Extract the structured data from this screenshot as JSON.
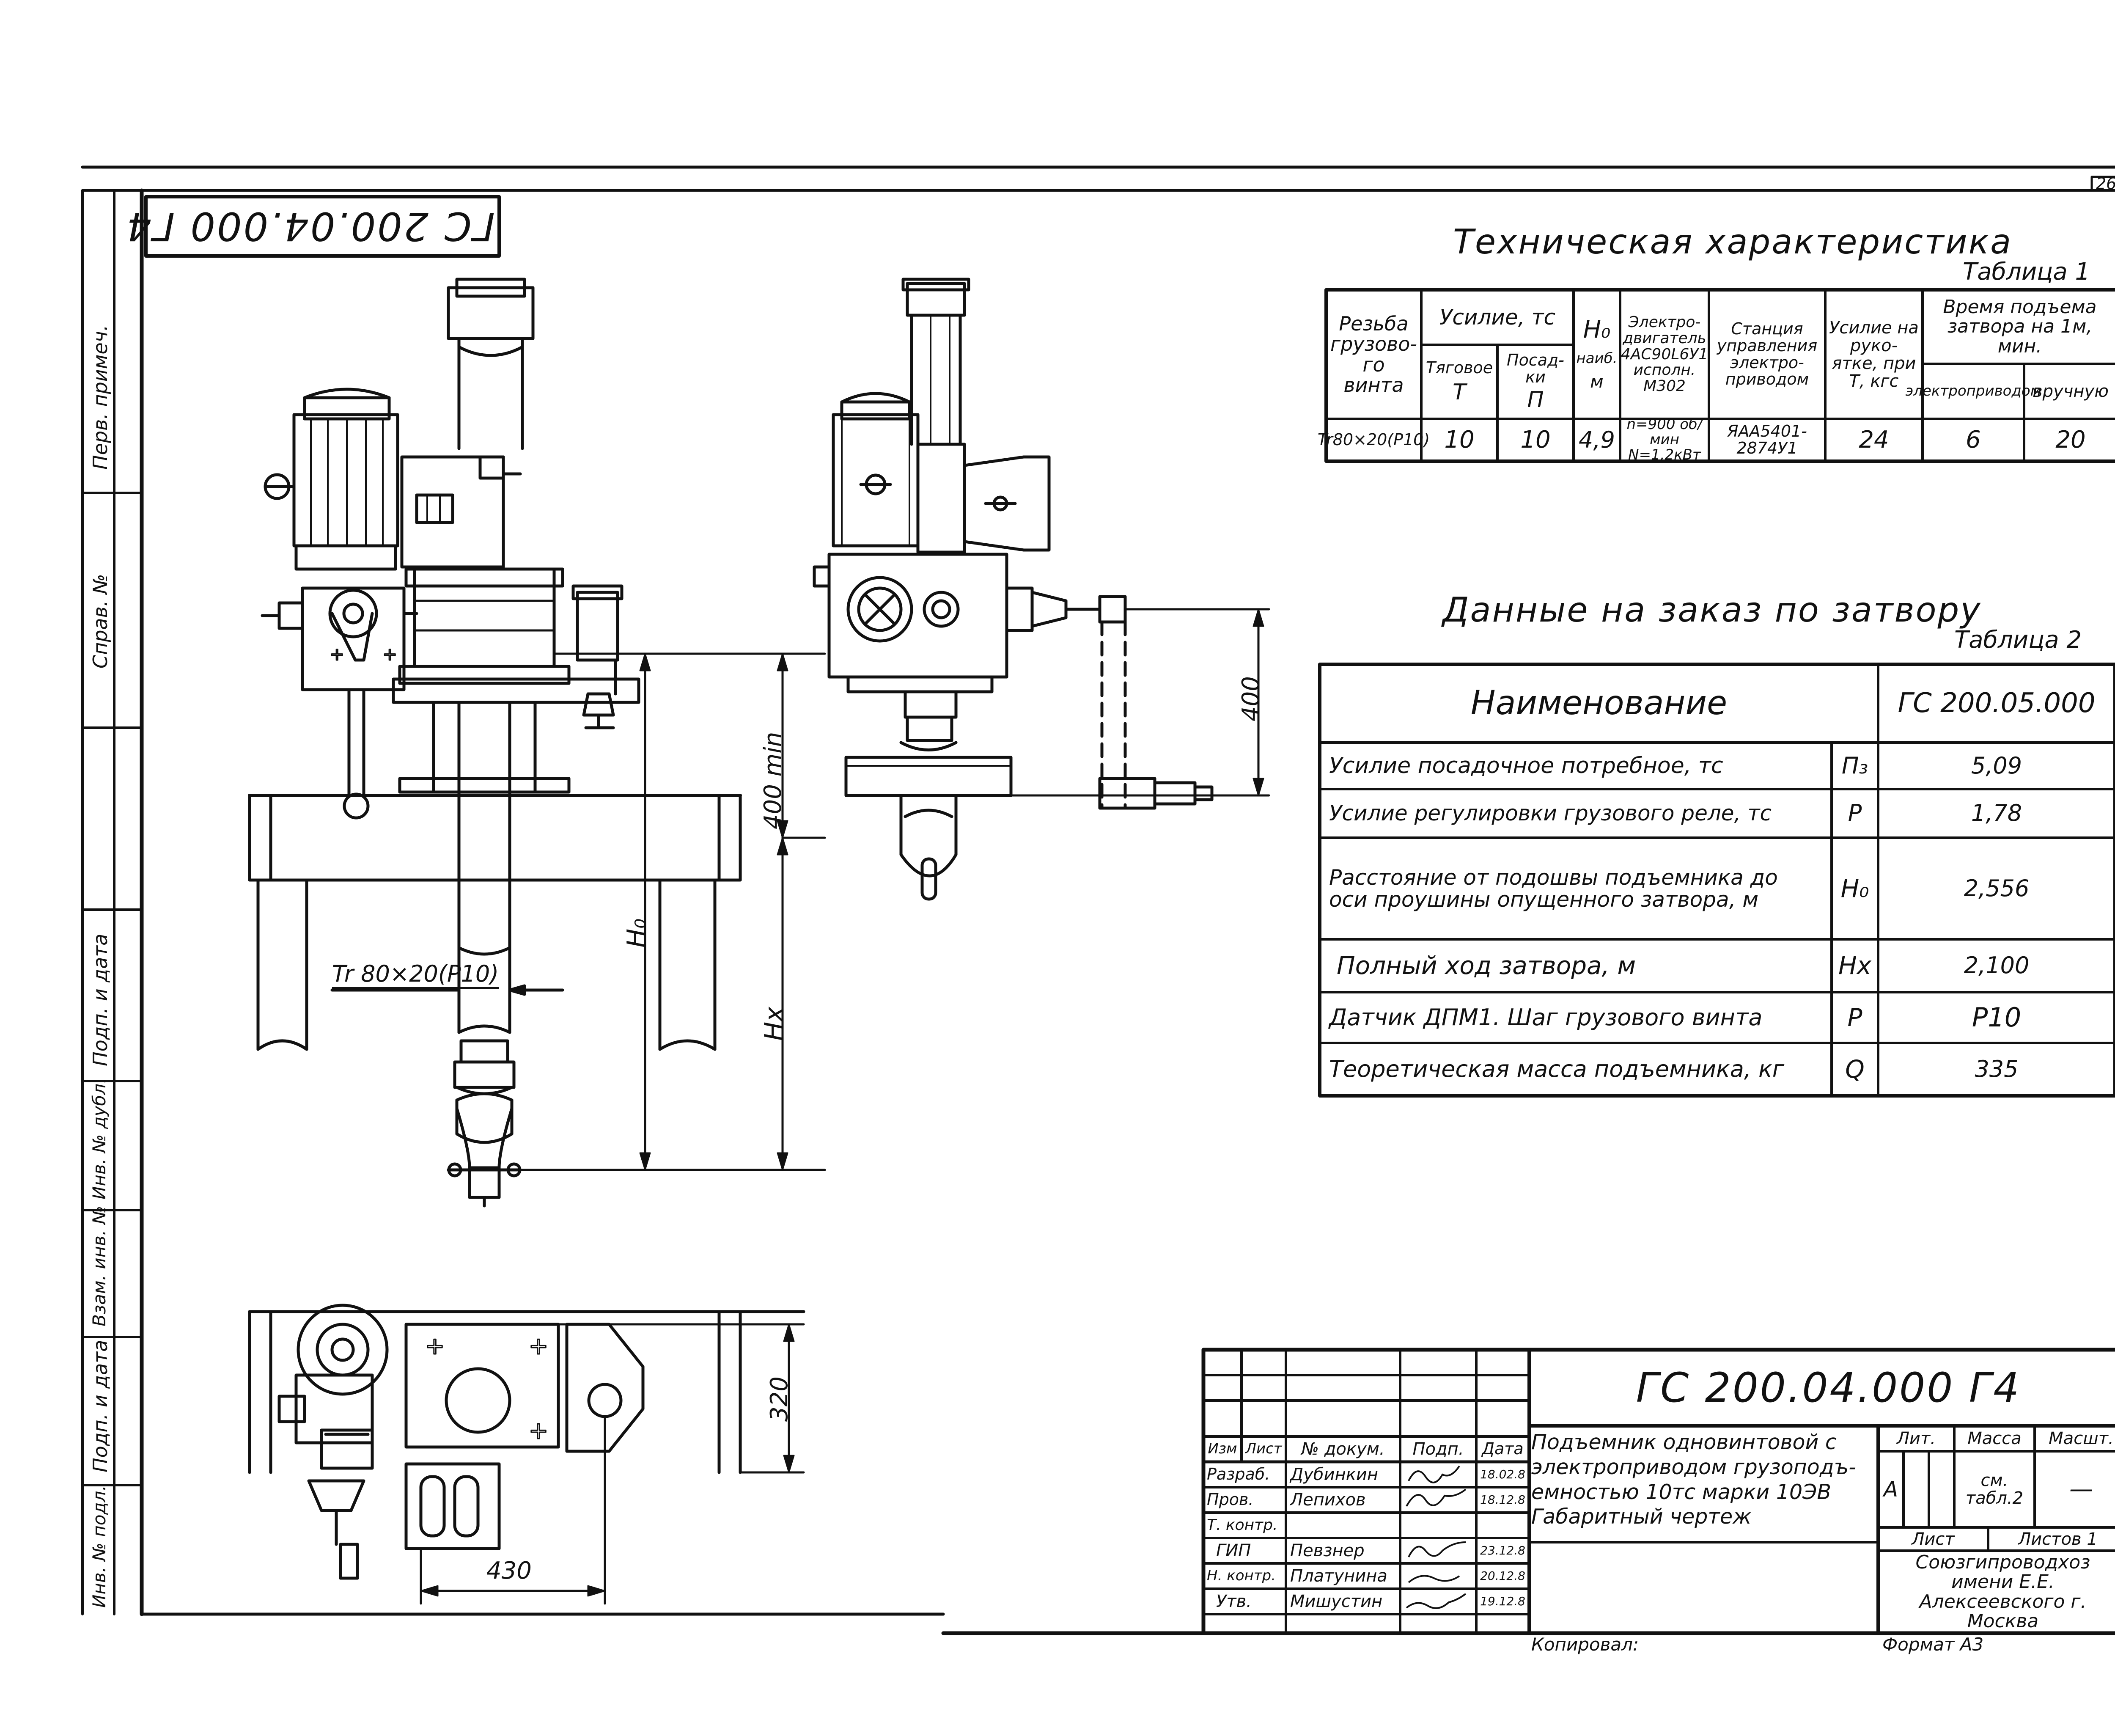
{
  "sheet_number": "26",
  "corner_stamp": "ГС 200.04.000 Г4",
  "left_strip": {
    "top_labels": [
      "Перв. примеч.",
      "Справ. №"
    ],
    "bottom_labels": [
      "Подп. и дата",
      "Инв. № дубл.",
      "Взам. инв. №",
      "Подп. и дата",
      "Инв. № подл."
    ]
  },
  "drawing": {
    "dim_400min": "400 min",
    "dim_H0": "H₀",
    "dim_Hx": "Hx",
    "thread_label": "Tr 80×20(P10)",
    "dim_400": "400",
    "dim_320": "320",
    "dim_430": "430"
  },
  "table1": {
    "heading": "Техническая характеристика",
    "caption": "Таблица 1",
    "headers": {
      "thread": "Резьба грузово-го винта",
      "force": "Усилие, тс",
      "traction": "Тяговое",
      "traction_sym": "Т",
      "seat": "Посад-ки",
      "seat_sym": "П",
      "h0": "H₀",
      "h0_sub": "наиб.",
      "h0_unit": "м",
      "motor": "Электро-двигатель 4АС90L6У1 исполн. М302",
      "station": "Станция управления электро-приводом",
      "handle": "Усилие на руко-ятке, при Т, кгс",
      "time": "Время подъема затвора на 1м, мин.",
      "time_electric": "электроприводом",
      "time_manual": "вручную"
    },
    "row": {
      "thread": "Tr80×20(P10)",
      "traction": "10",
      "seat": "10",
      "h0": "4,9",
      "motor": "n=900 об/мин N=1,2кВт",
      "station": "ЯАА5401-2874У1",
      "handle": "24",
      "time_electric": "6",
      "time_manual": "20"
    }
  },
  "table2": {
    "heading": "Данные на заказ по затвору",
    "caption": "Таблица 2",
    "col_name": "Наименование",
    "col_value": "ГС 200.05.000",
    "rows": [
      {
        "name": "Усилие посадочное потребное, тс",
        "sym": "П₃",
        "value": "5,09"
      },
      {
        "name": "Усилие регулировки грузового реле, тс",
        "sym": "Р",
        "value": "1,78"
      },
      {
        "name": "Расстояние от подошвы подъемника до оси проушины опущенного затвора, м",
        "sym": "H₀",
        "value": "2,556"
      },
      {
        "name": "Полный ход затвора, м",
        "sym": "Hx",
        "value": "2,100"
      },
      {
        "name": "Датчик ДПМ1. Шаг грузового винта",
        "sym": "Р",
        "value": "Р10"
      },
      {
        "name": "Теоретическая масса подъемника, кг",
        "sym": "Q",
        "value": "335"
      }
    ]
  },
  "title_block": {
    "code": "ГС 200.04.000 Г4",
    "title": "Подъемник одновинтовой с электроприводом грузоподъ-емностью 10тс марки 10ЭВ Габаритный чертеж",
    "col_headers": {
      "izm": "Изм",
      "list": "Лист",
      "doc": "№ докум.",
      "sign": "Подп.",
      "date": "Дата"
    },
    "people": [
      {
        "role": "Разраб.",
        "name": "Дубинкин",
        "date": "18.02.8"
      },
      {
        "role": "Пров.",
        "name": "Лепихов",
        "date": "18.12.8"
      },
      {
        "role": "Т. контр.",
        "name": "",
        "date": ""
      },
      {
        "role": "ГИП",
        "name": "Певзнер",
        "date": "23.12.8"
      },
      {
        "role": "Н. контр.",
        "name": "Платунина",
        "date": "20.12.8"
      },
      {
        "role": "Утв.",
        "name": "Мишустин",
        "date": "19.12.8"
      }
    ],
    "lit_label": "Лит.",
    "mass_label": "Масса",
    "scale_label": "Масшт.",
    "lit_value": "А",
    "mass_value": "см. табл.2",
    "scale_value": "—",
    "sheet_label": "Лист",
    "sheets_label": "Листов 1",
    "org": "Союзгипроводхоз имени Е.Е. Алексеевского г. Москва",
    "copied": "Копировал:",
    "format": "Формат А3"
  }
}
